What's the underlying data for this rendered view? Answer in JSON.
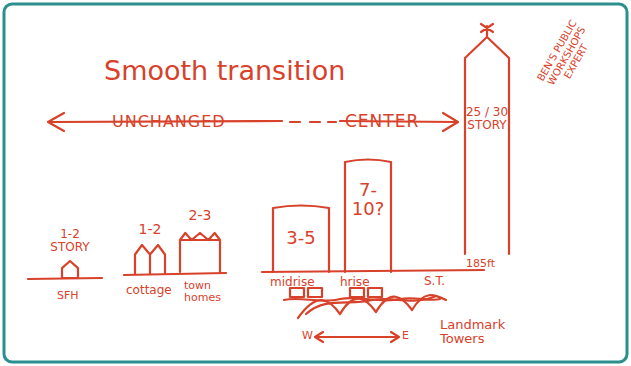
{
  "diagram": {
    "nodes": [
      {
        "text": [
          "1-2 STORY"
        ]
      },
      {
        "text": [
          "1-2"
        ]
      },
      {
        "text": [
          "2-3"
        ]
      },
      {
        "text": [
          "3-5"
        ]
      },
      {
        "text": [
          "7- 10?"
        ]
      },
      {
        "text": [
          "25 / 30 STORY"
        ]
      }
    ],
    "labels": [
      "Smooth transition",
      "UNCHANGED",
      "CENTER",
      "SFH",
      "cottage",
      "town homes",
      "midrise",
      "hrise",
      "S.T.",
      "185ft",
      "Landmark Towers",
      "W",
      "E",
      "BEN'S PUBLIC WORKSHOPS EXPERT"
    ]
  }
}
